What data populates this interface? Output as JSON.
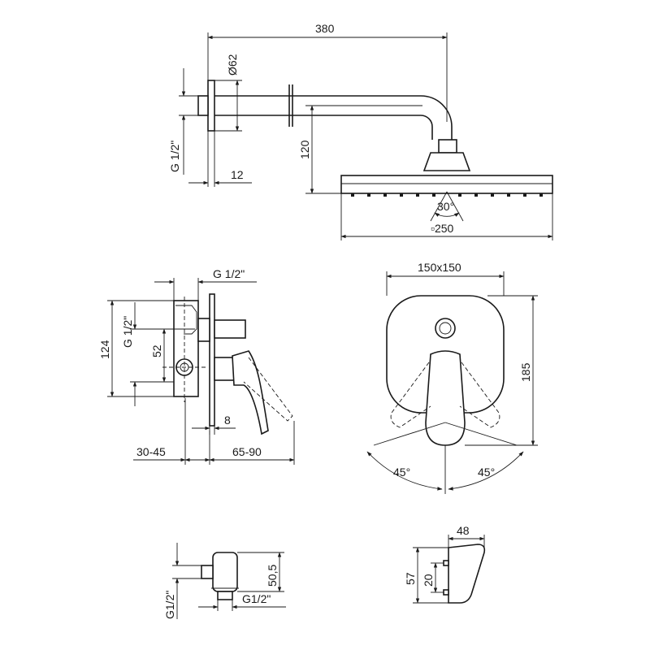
{
  "colors": {
    "line": "#1a1a1a",
    "background": "#ffffff"
  },
  "shower_arm": {
    "length": "380",
    "flange_diameter": "Ø62",
    "thread": "G 1/2\"",
    "flange_depth": "12",
    "drop": "120",
    "head_size": "▫250",
    "spray_angle": "30°"
  },
  "mixer_side": {
    "thread_top": "G 1/2\"",
    "height": "124",
    "thread_side": "G 1/2\"",
    "spacing": "52",
    "plate_thickness": "8",
    "body_depth": "30-45",
    "lever_reach": "65-90"
  },
  "mixer_front": {
    "plate_size": "150x150",
    "height": "185",
    "angle_left": "45°",
    "angle_right": "45°"
  },
  "wall_outlet": {
    "height": "50,5",
    "thread_side": "G1/2\"",
    "thread_bottom": "G1/2\""
  },
  "holder": {
    "width": "48",
    "height": "57",
    "spacing": "20"
  }
}
